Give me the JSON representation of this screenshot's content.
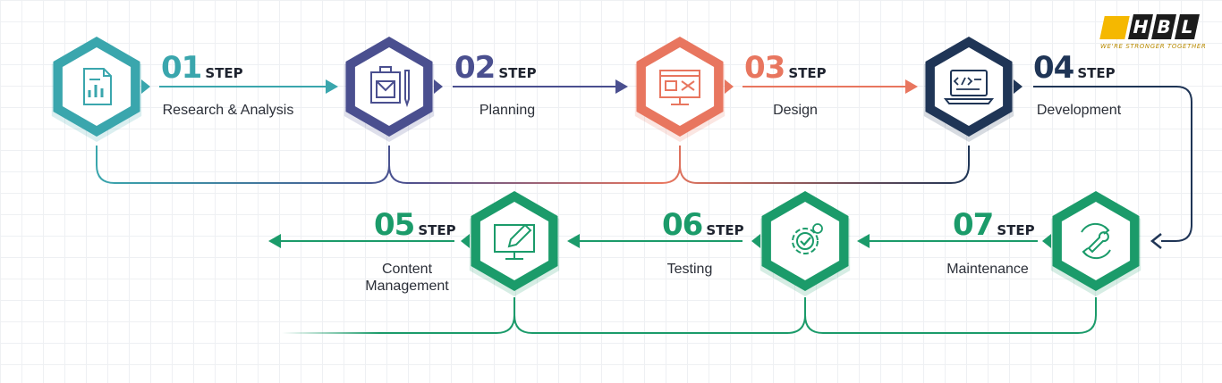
{
  "brand": {
    "letters": [
      "H",
      "B",
      "L"
    ],
    "tagline": "WE'RE STRONGER TOGETHER",
    "accent_color": "#f5b800"
  },
  "steps": [
    {
      "number": "01",
      "word": "STEP",
      "label": "Research & Analysis",
      "icon": "report-chart-icon",
      "color": "#3aa6ad"
    },
    {
      "number": "02",
      "word": "STEP",
      "label": "Planning",
      "icon": "blueprint-plan-icon",
      "color": "#4a4f8f"
    },
    {
      "number": "03",
      "word": "STEP",
      "label": "Design",
      "icon": "design-monitor-icon",
      "color": "#e8765f"
    },
    {
      "number": "04",
      "word": "STEP",
      "label": "Development",
      "icon": "code-laptop-icon",
      "color": "#1f3556"
    },
    {
      "number": "05",
      "word": "STEP",
      "label": "Content\nManagement",
      "icon": "edit-monitor-icon",
      "color": "#1b9b6a"
    },
    {
      "number": "06",
      "word": "STEP",
      "label": "Testing",
      "icon": "gear-check-icon",
      "color": "#1b9b6a"
    },
    {
      "number": "07",
      "word": "STEP",
      "label": "Maintenance",
      "icon": "wrench-cycle-icon",
      "color": "#1b9b6a"
    }
  ]
}
